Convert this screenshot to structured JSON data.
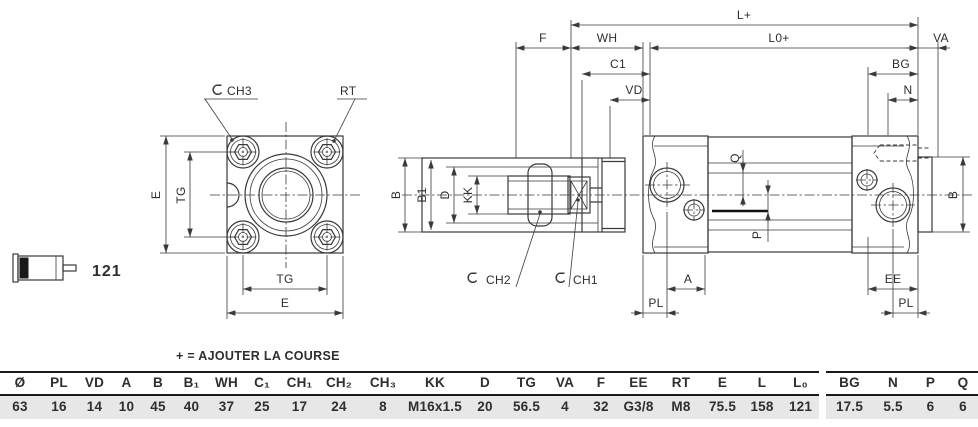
{
  "pictogram": {
    "code": "121"
  },
  "note": "+ = AJOUTER LA COURSE",
  "front_view": {
    "ch3": "CH3",
    "rt": "RT",
    "e_left": "E",
    "tg_left": "TG",
    "tg_bottom": "TG",
    "e_bottom": "E"
  },
  "side_view": {
    "l_plus": "L+",
    "f": "F",
    "wh": "WH",
    "l0_plus": "L0+",
    "va": "VA",
    "c1": "C1",
    "vd": "VD",
    "bg": "BG",
    "n": "N",
    "b_left": "B",
    "b1": "B1",
    "d": "D",
    "kk": "KK",
    "ch2": "CH2",
    "ch1": "CH1",
    "q": "Q",
    "p": "P",
    "a": "A",
    "pl_left": "PL",
    "ee": "EE",
    "pl_right": "PL",
    "b_right": "B"
  },
  "table": {
    "sections": [
      {
        "cols": [
          {
            "h": "Ø",
            "v": "63"
          },
          {
            "h": "PL",
            "v": "16"
          },
          {
            "h": "VD",
            "v": "14"
          },
          {
            "h": "A",
            "v": "10"
          },
          {
            "h": "B",
            "v": "45"
          },
          {
            "h": "B₁",
            "v": "40"
          },
          {
            "h": "WH",
            "v": "37"
          },
          {
            "h": "C₁",
            "v": "25"
          },
          {
            "h": "CH₁",
            "v": "17"
          },
          {
            "h": "CH₂",
            "v": "24"
          },
          {
            "h": "CH₃",
            "v": "8"
          },
          {
            "h": "KK",
            "v": "M16x1.5"
          },
          {
            "h": "D",
            "v": "20"
          },
          {
            "h": "TG",
            "v": "56.5"
          },
          {
            "h": "VA",
            "v": "4"
          },
          {
            "h": "F",
            "v": "32"
          },
          {
            "h": "EE",
            "v": "G3/8"
          },
          {
            "h": "RT",
            "v": "M8"
          },
          {
            "h": "E",
            "v": "75.5"
          },
          {
            "h": "L",
            "v": "158"
          },
          {
            "h": "L₀",
            "v": "121"
          }
        ]
      },
      {
        "cols": [
          {
            "h": "BG",
            "v": "17.5"
          },
          {
            "h": "N",
            "v": "5.5"
          },
          {
            "h": "P",
            "v": "6"
          },
          {
            "h": "Q",
            "v": "6"
          }
        ]
      }
    ]
  }
}
